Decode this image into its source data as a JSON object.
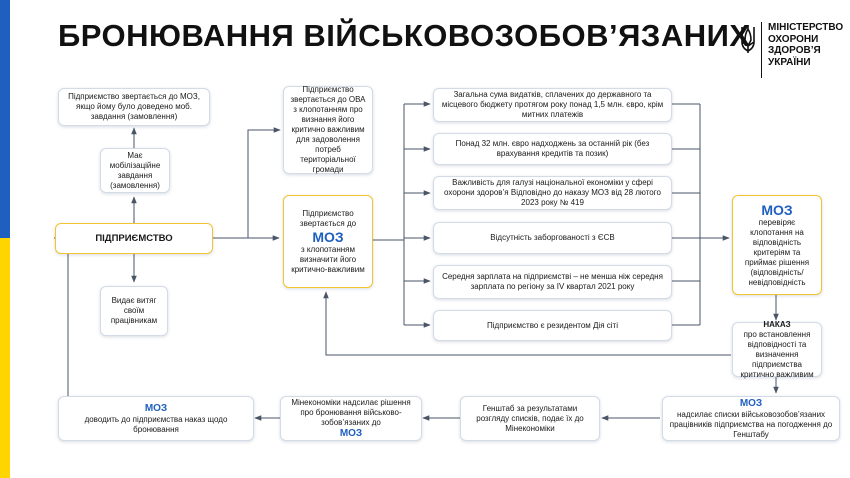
{
  "title": "БРОНЮВАННЯ ВІЙСЬКОВОЗОБОВ’ЯЗАНИХ",
  "logo": {
    "lines": [
      "МІНІСТЕРСТВО",
      "ОХОРОНИ",
      "ЗДОРОВ’Я",
      "УКРАЇНИ"
    ]
  },
  "colors": {
    "accent": "#1f5fbf",
    "highlight": "#f2c431",
    "stripe_blue": "#1f5fbf",
    "stripe_yellow": "#ffd500",
    "line": "#4a5568"
  },
  "boxes": {
    "moz_appeal": "Підприємство звертається до МОЗ, якщо йому було доведено моб. завдання (замовлення)",
    "mob_task": "Має мобілізаційне завдання (замовлення)",
    "enterprise": "ПІДПРИЄМСТВО",
    "extract": "Видає витяг своїм працівникам",
    "ova": "Підприємство звертається до ОВА з клопотанням про визнання його критично важливим для задоволення потреб територіальної громади",
    "moz_request": {
      "pre": "Підприємство звертається до",
      "moz": "МОЗ",
      "post": "з клопотанням визначити його критично-важливим"
    },
    "criteria": [
      "Загальна сума видатків, сплачених до державного та місцевого бюджету протягом року понад 1,5 млн. євро, крім митних платежів",
      "Понад 32 млн. євро надходжень за останній рік (без врахування кредитів та позик)",
      "Важливість для галузі національної економіки у сфері охорони здоров’я Відповідно до наказу МОЗ від 28 лютого 2023 року № 419",
      "Відсутність заборгованості з ЄСВ",
      "Середня зарплата на підприємстві – не менша ніж середня зарплата по регіону за IV квартал 2021 року",
      "Підприємство є резидентом Дія сіті"
    ],
    "moz_check": {
      "moz": "МОЗ",
      "text": "перевіряє клопотання на відповідність критеріям та приймає рішення (відповідність/ невідповідність"
    },
    "order": {
      "bold": "НАКАЗ",
      "text": "про встановлення відповідності та визначення підприємства критично важливим"
    },
    "moz_lists": {
      "moz": "МОЗ",
      "text": "надсилає списки військовозобов’язаних працівників підприємства на погодження до Генштабу"
    },
    "genshtab": "Генштаб за результатами розгляду списків, подає їх до Мінекономіки",
    "mineconomy": {
      "text": "Мінекономіки надсилає рішення про бронювання військово-зобов’язаних до",
      "moz": "МОЗ"
    },
    "moz_notify": {
      "moz": "МОЗ",
      "text": "доводить до підприємства наказ щодо бронювання"
    }
  }
}
